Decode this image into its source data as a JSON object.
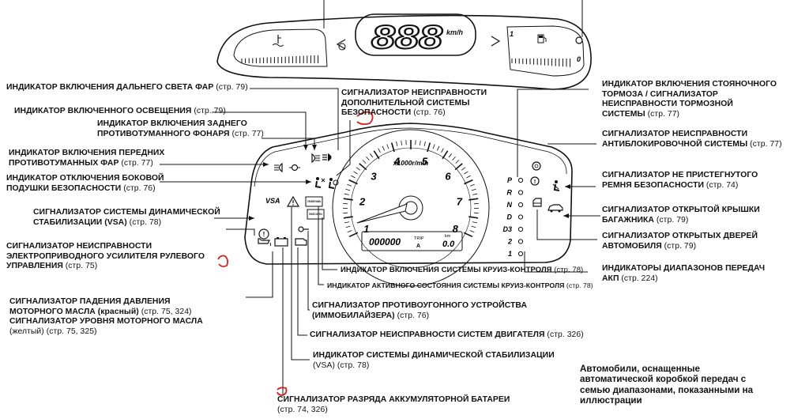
{
  "speedometer_top": {
    "digits": "888",
    "unit": "km/h",
    "fuel_low": "0",
    "fuel_high": "1"
  },
  "gauge": {
    "scale": [
      "1",
      "2",
      "3",
      "4",
      "5",
      "6",
      "7",
      "8"
    ],
    "unit_label": "x1000r/min",
    "odometer": "000000",
    "trip_label": "TRIP",
    "trip_a": "A",
    "trip_value": "0.0",
    "km": "km",
    "vsa": "VSA",
    "cruise_main": "CRUISE MAIN",
    "cruise_control": "CRUISE CONTROL"
  },
  "gears": [
    "P",
    "R",
    "N",
    "D",
    "D3",
    "2",
    "1"
  ],
  "labels": {
    "high_beam": {
      "text": "ИНДИКАТОР ВКЛЮЧЕНИЯ ДАЛЬНЕГО СВЕТА ФАР",
      "ref": " (стр. 79)"
    },
    "lights_on": {
      "text": "ИНДИКАТОР ВКЛЮЧЕННОГО ОСВЕЩЕНИЯ",
      "ref": " (стр. 79)"
    },
    "rear_fog": {
      "line1": "ИНДИКАТОР ВКЛЮЧЕНИЯ ЗАДНЕГО",
      "line2": "ПРОТИВОТУМАННОГО ФОНАРЯ",
      "ref": " (стр. 77)"
    },
    "front_fog": {
      "line1": "ИНДИКАТОР ВКЛЮЧЕНИЯ ПЕРЕДНИХ",
      "line2": "ПРОТИВОТУМАННЫХ ФАР",
      "ref": " (стр. 77)"
    },
    "side_airbag": {
      "line1": "ИНДИКАТОР ОТКЛЮЧЕНИЯ БОКОВОЙ",
      "line2": "ПОДУШКИ БЕЗОПАСНОСТИ",
      "ref": " (стр. 76)"
    },
    "vsa_warning": {
      "line1": "СИГНАЛИЗАТОР СИСТЕМЫ ДИНАМИЧЕСКОЙ",
      "line2": "СТАБИЛИЗАЦИИ (VSA)",
      "ref": " (стр. 78)"
    },
    "eps": {
      "line1": "СИГНАЛИЗАТОР НЕИСПРАВНОСТИ",
      "line2": "ЭЛЕКТРОПРИВОДНОГО УСИЛИТЕЛЯ РУЛЕВОГО",
      "line3": "УПРАВЛЕНИЯ",
      "ref": " (стр. 75)"
    },
    "oil": {
      "line1": "СИГНАЛИЗАТОР ПАДЕНИЯ ДАВЛЕНИЯ",
      "line2": "МОТОРНОГО МАСЛА (красный)",
      "ref2": " (стр. 75, 324)",
      "line3": "СИГНАЛИЗАТОР УРОВНЯ МОТОРНОГО МАСЛА",
      "line4": "(желтый)",
      "ref4": " (стр. 75, 325)"
    },
    "srs": {
      "line1": "СИГНАЛИЗАТОР НЕИСПРАВНОСТИ",
      "line2": "ДОПОЛНИТЕЛЬНОЙ СИСТЕМЫ",
      "line3": "БЕЗОПАСНОСТИ",
      "ref": " (стр. 76)"
    },
    "parking_brake": {
      "line1": "ИНДИКАТОР ВКЛЮЧЕНИЯ СТОЯНОЧНОГО",
      "line2": "ТОРМОЗА / СИГНАЛИЗАТОР",
      "line3": "НЕИСПРАВНОСТИ ТОРМОЗНОЙ",
      "line4": "СИСТЕМЫ",
      "ref": " (стр. 77)"
    },
    "abs": {
      "line1": "СИГНАЛИЗАТОР НЕИСПРАВНОСТИ",
      "line2": "АНТИБЛОКИРОВОЧНОЙ СИСТЕМЫ",
      "ref": " (стр. 77)"
    },
    "seat_belt": {
      "line1": "СИГНАЛИЗАТОР НЕ ПРИСТЕГНУТОГО",
      "line2": "РЕМНЯ БЕЗОПАСНОСТИ",
      "ref": " (стр. 74)"
    },
    "trunk": {
      "line1": "СИГНАЛИЗАТОР ОТКРЫТОЙ КРЫШКИ",
      "line2": "БАГАЖНИКА",
      "ref": " (стр. 79)"
    },
    "doors": {
      "line1": "СИГНАЛИЗАТОР ОТКРЫТЫХ ДВЕРЕЙ",
      "line2": "АВТОМОБИЛЯ",
      "ref": " (стр. 79)"
    },
    "gear_range": {
      "line1": "ИНДИКАТОРЫ ДИАПАЗОНОВ ПЕРЕДАЧ",
      "line2": "АКП",
      "ref": " (стр. 224)"
    },
    "cruise_main": {
      "text": "ИНДИКАТОР ВКЛЮЧЕНИЯ СИСТЕМЫ КРУИЗ-КОНТРОЛЯ",
      "ref": " (стр. 78)"
    },
    "cruise_active": {
      "text": "ИНДИКАТОР АКТИВНОГО СОСТОЯНИЯ СИСТЕМЫ КРУИЗ-КОНТРОЛЯ",
      "ref": " (стр. 78)"
    },
    "immobilizer": {
      "line1": "СИГНАЛИЗАТОР ПРОТИВОУГОННОГО УСТРОЙСТВА",
      "line2": "(ИММОБИЛАЙЗЕРА)",
      "ref": " (стр. 76)"
    },
    "mil": {
      "text": "СИГНАЛИЗАТОР НЕИСПРАВНОСТИ СИСТЕМ ДВИГАТЕЛЯ",
      "ref": " (стр. 326)"
    },
    "vsa_indicator": {
      "line1": "ИНДИКАТОР СИСТЕМЫ ДИНАМИЧЕСКОЙ СТАБИЛИЗАЦИИ",
      "line2": "(VSA)",
      "ref": " (стр. 78)"
    },
    "battery": {
      "line1": "СИГНАЛИЗАТОР РАЗРЯДА АККУМУЛЯТОРНОЙ БАТАРЕИ",
      "line2": "(стр. 74, 326)"
    }
  },
  "note": {
    "line1": "Автомобили, оснащенные",
    "line2": "автоматической коробкой передач с",
    "line3": "семью диапазонами, показанными на",
    "line4": "иллюстрации"
  },
  "colors": {
    "ink": "#111111",
    "annotation": "#d42020"
  }
}
